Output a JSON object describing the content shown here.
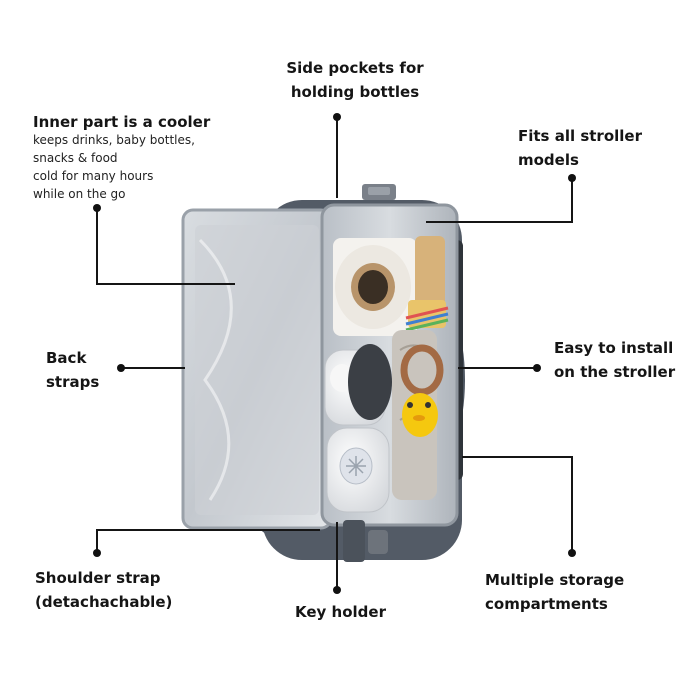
{
  "callouts": {
    "side_pockets": {
      "lines": [
        "Side pockets for",
        "holding bottles"
      ]
    },
    "inner_cooler": {
      "title": "Inner part is a cooler",
      "details": [
        "keeps drinks, baby bottles,",
        "snacks & food",
        "cold for many hours",
        "while on the go"
      ]
    },
    "fits_stroller": {
      "lines": [
        "Fits all stroller",
        "models"
      ]
    },
    "back_straps": {
      "lines": [
        "Back",
        "straps"
      ]
    },
    "easy_install": {
      "lines": [
        "Easy to install",
        "on the stroller"
      ]
    },
    "shoulder_strap": {
      "lines": [
        "Shoulder strap",
        "(detachachable)"
      ]
    },
    "key_holder": {
      "lines": [
        "Key holder"
      ]
    },
    "multiple_storage": {
      "lines": [
        "Multiple storage",
        "compartments"
      ]
    }
  },
  "colors": {
    "leader": "#151515",
    "lining": "#c7cbd0",
    "bag_body": "#4d5560",
    "dot": "#111111"
  }
}
